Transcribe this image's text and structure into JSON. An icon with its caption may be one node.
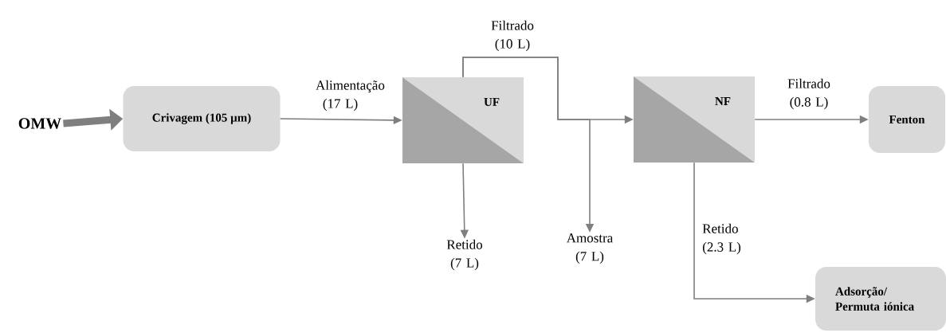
{
  "diagram": {
    "nodes": [
      {
        "text": [
          "OMW"
        ]
      },
      {
        "text": [
          "Crivagem (105 µm)"
        ]
      },
      {
        "text": [
          "UF"
        ]
      },
      {
        "text": [
          "NF"
        ]
      },
      {
        "text": [
          "Fenton"
        ]
      },
      {
        "text": [
          "Adsorção/ Permuta iónica"
        ]
      },
      {
        "text": [
          "Retido (7 L)"
        ]
      },
      {
        "text": [
          "Amostra (7 L)"
        ]
      }
    ],
    "edges": [
      {
        "from": 0,
        "to": 1,
        "arrow": "to",
        "style": "thick"
      },
      {
        "from": 1,
        "to": 2,
        "arrow": "to",
        "label": "Alimentação (17 L)"
      },
      {
        "from": 2,
        "to": 3,
        "arrow": "to",
        "label": "Filtrado (10 L)"
      },
      {
        "from": 2,
        "to": 7,
        "arrow": "to"
      },
      {
        "from": 2,
        "to": 6,
        "arrow": "to"
      },
      {
        "from": 3,
        "to": 4,
        "arrow": "to",
        "label": "Filtrado (0.8 L)"
      },
      {
        "from": 3,
        "to": 5,
        "arrow": "to",
        "label": "Retido (2.3 L)"
      }
    ]
  }
}
